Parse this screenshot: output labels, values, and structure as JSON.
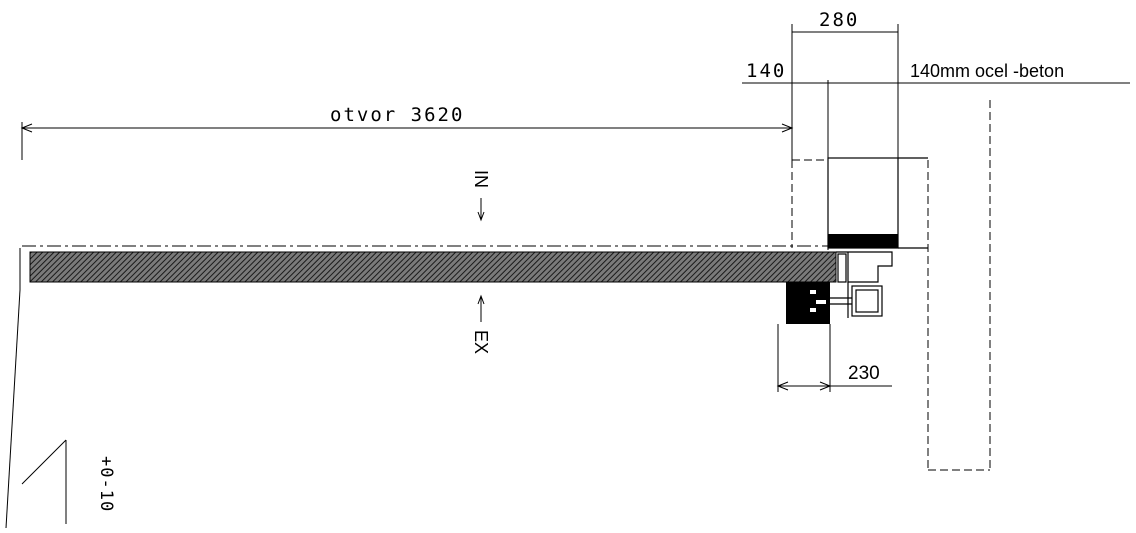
{
  "dimensions": {
    "overall_width": "280",
    "offset_left": "140",
    "wall_note": "140mm  ocel -beton",
    "opening_width": "otvor  3620",
    "bottom_width": "230"
  },
  "sides": {
    "inside": "IN",
    "outside": "EX"
  },
  "level_mark": "+0-10"
}
